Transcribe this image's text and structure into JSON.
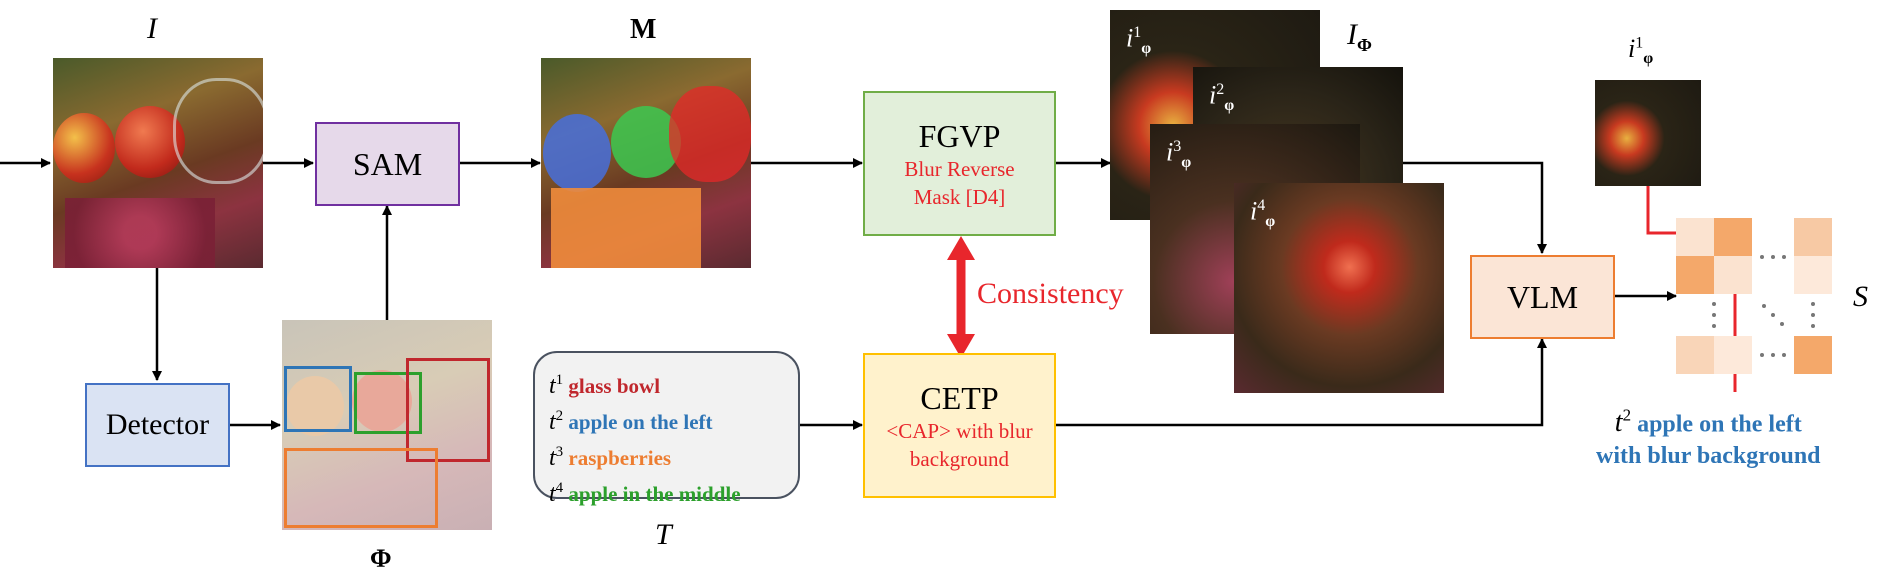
{
  "labels": {
    "input_image": "I",
    "mask": "M",
    "boxes": "Φ",
    "text_set": "T",
    "visual_set_main": "I",
    "visual_set_sub": "Φ",
    "output": "S",
    "consistency": "Consistency"
  },
  "nodes": {
    "sam": {
      "title": "SAM"
    },
    "detector": {
      "title": "Detector"
    },
    "fgvp": {
      "title": "FGVP",
      "line1": "Blur Reverse",
      "line2": "Mask [D4]"
    },
    "cetp": {
      "title": "CETP",
      "line1": "<CAP> with blur",
      "line2": "background"
    },
    "vlm": {
      "title": "VLM"
    }
  },
  "texts": [
    {
      "sym": "t",
      "idx": "1",
      "label": "glass bowl",
      "color": "#c0272d"
    },
    {
      "sym": "t",
      "idx": "2",
      "label": "apple on the left",
      "color": "#2e75b6"
    },
    {
      "sym": "t",
      "idx": "3",
      "label": "raspberries",
      "color": "#ed7d31"
    },
    {
      "sym": "t",
      "idx": "4",
      "label": "apple in the middle",
      "color": "#2ca02c"
    }
  ],
  "crops": [
    {
      "sym": "i",
      "idx": "1",
      "sub": "φ"
    },
    {
      "sym": "i",
      "idx": "2",
      "sub": "φ"
    },
    {
      "sym": "i",
      "idx": "3",
      "sub": "φ"
    },
    {
      "sym": "i",
      "idx": "4",
      "sub": "φ"
    }
  ],
  "query": {
    "sym": "i",
    "idx": "1",
    "sub": "φ"
  },
  "selected_text": {
    "sym": "t",
    "idx": "2",
    "line1": "apple on the left",
    "line2": "with blur background",
    "color": "#2e75b6"
  },
  "colors": {
    "sam_border": "#7030a0",
    "sam_fill": "#e6d9ea",
    "detector_border": "#4472c4",
    "detector_fill": "#dae3f3",
    "fgvp_border": "#70ad47",
    "fgvp_fill": "#e2efda",
    "cetp_border": "#ffc000",
    "cetp_fill": "#fff2cc",
    "vlm_border": "#ed7d31",
    "vlm_fill": "#fbe5d6",
    "accent_red": "#e8262c"
  }
}
